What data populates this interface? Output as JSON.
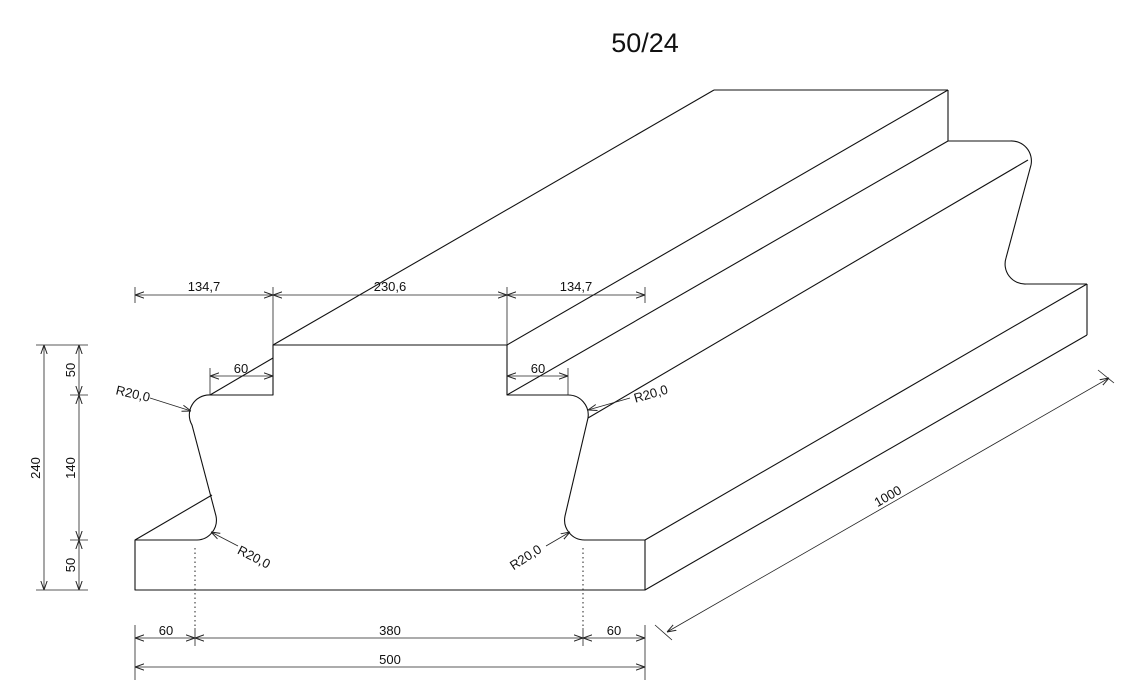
{
  "title": "50/24",
  "dimensions": {
    "top_left": "134,7",
    "top_mid": "230,6",
    "top_right": "134,7",
    "ledge_left": "60",
    "ledge_right": "60",
    "height_total": "240",
    "height_top": "50",
    "height_mid": "140",
    "height_bottom": "50",
    "bottom_left": "60",
    "bottom_mid": "380",
    "bottom_right": "60",
    "bottom_total": "500",
    "length": "1000",
    "radius_top_left": "R20,0",
    "radius_top_right": "R20,0",
    "radius_bottom_left": "R20,0",
    "radius_bottom_right": "R20,0"
  }
}
